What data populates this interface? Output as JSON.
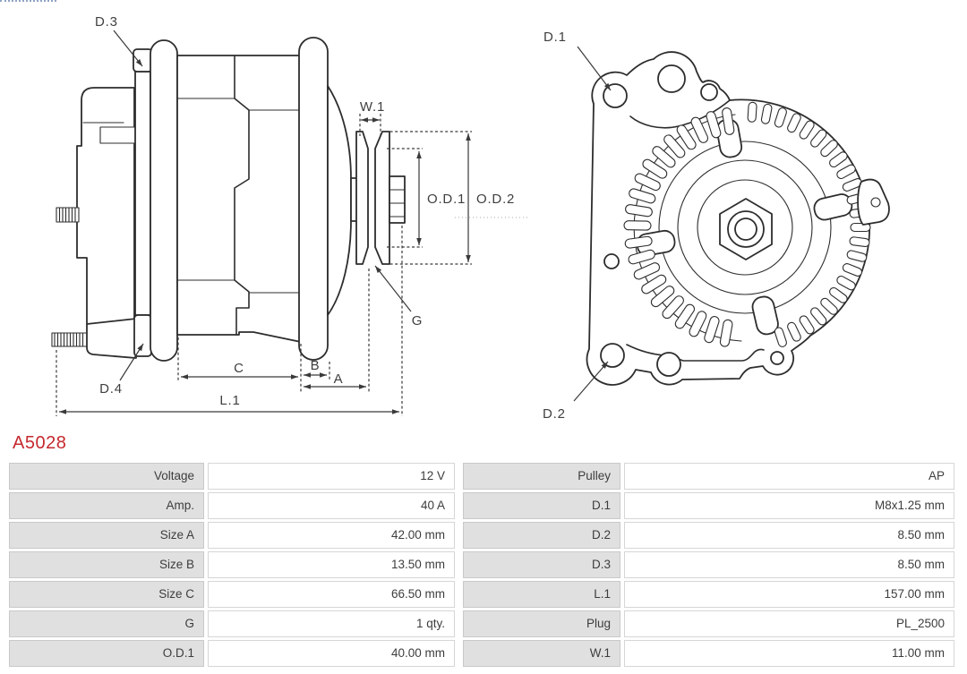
{
  "part": {
    "number": "A5028"
  },
  "colors": {
    "part_number_red": "#c5292e",
    "drawing_line": "#2d2d2d",
    "dimension_line": "#3a3a3a",
    "table_label_bg": "#e0e0e0"
  },
  "drawing": {
    "side_view": {
      "labels": {
        "d3": "D.3",
        "d4": "D.4",
        "w1": "W.1",
        "od1": "O.D.1",
        "od2": "O.D.2",
        "g": "G",
        "c": "C",
        "b": "B",
        "a": "A",
        "l1": "L.1"
      }
    },
    "front_view": {
      "labels": {
        "d1": "D.1",
        "d2": "D.2"
      }
    }
  },
  "specs": {
    "left": [
      {
        "label": "Voltage",
        "value": "12 V"
      },
      {
        "label": "Amp.",
        "value": "40 A"
      },
      {
        "label": "Size A",
        "value": "42.00 mm"
      },
      {
        "label": "Size B",
        "value": "13.50 mm"
      },
      {
        "label": "Size C",
        "value": "66.50 mm"
      },
      {
        "label": "G",
        "value": "1 qty."
      },
      {
        "label": "O.D.1",
        "value": "40.00 mm"
      }
    ],
    "right": [
      {
        "label": "Pulley",
        "value": "AP"
      },
      {
        "label": "D.1",
        "value": "M8x1.25 mm"
      },
      {
        "label": "D.2",
        "value": "8.50 mm"
      },
      {
        "label": "D.3",
        "value": "8.50 mm"
      },
      {
        "label": "L.1",
        "value": "157.00 mm"
      },
      {
        "label": "Plug",
        "value": "PL_2500"
      },
      {
        "label": "W.1",
        "value": "11.00 mm"
      }
    ]
  }
}
